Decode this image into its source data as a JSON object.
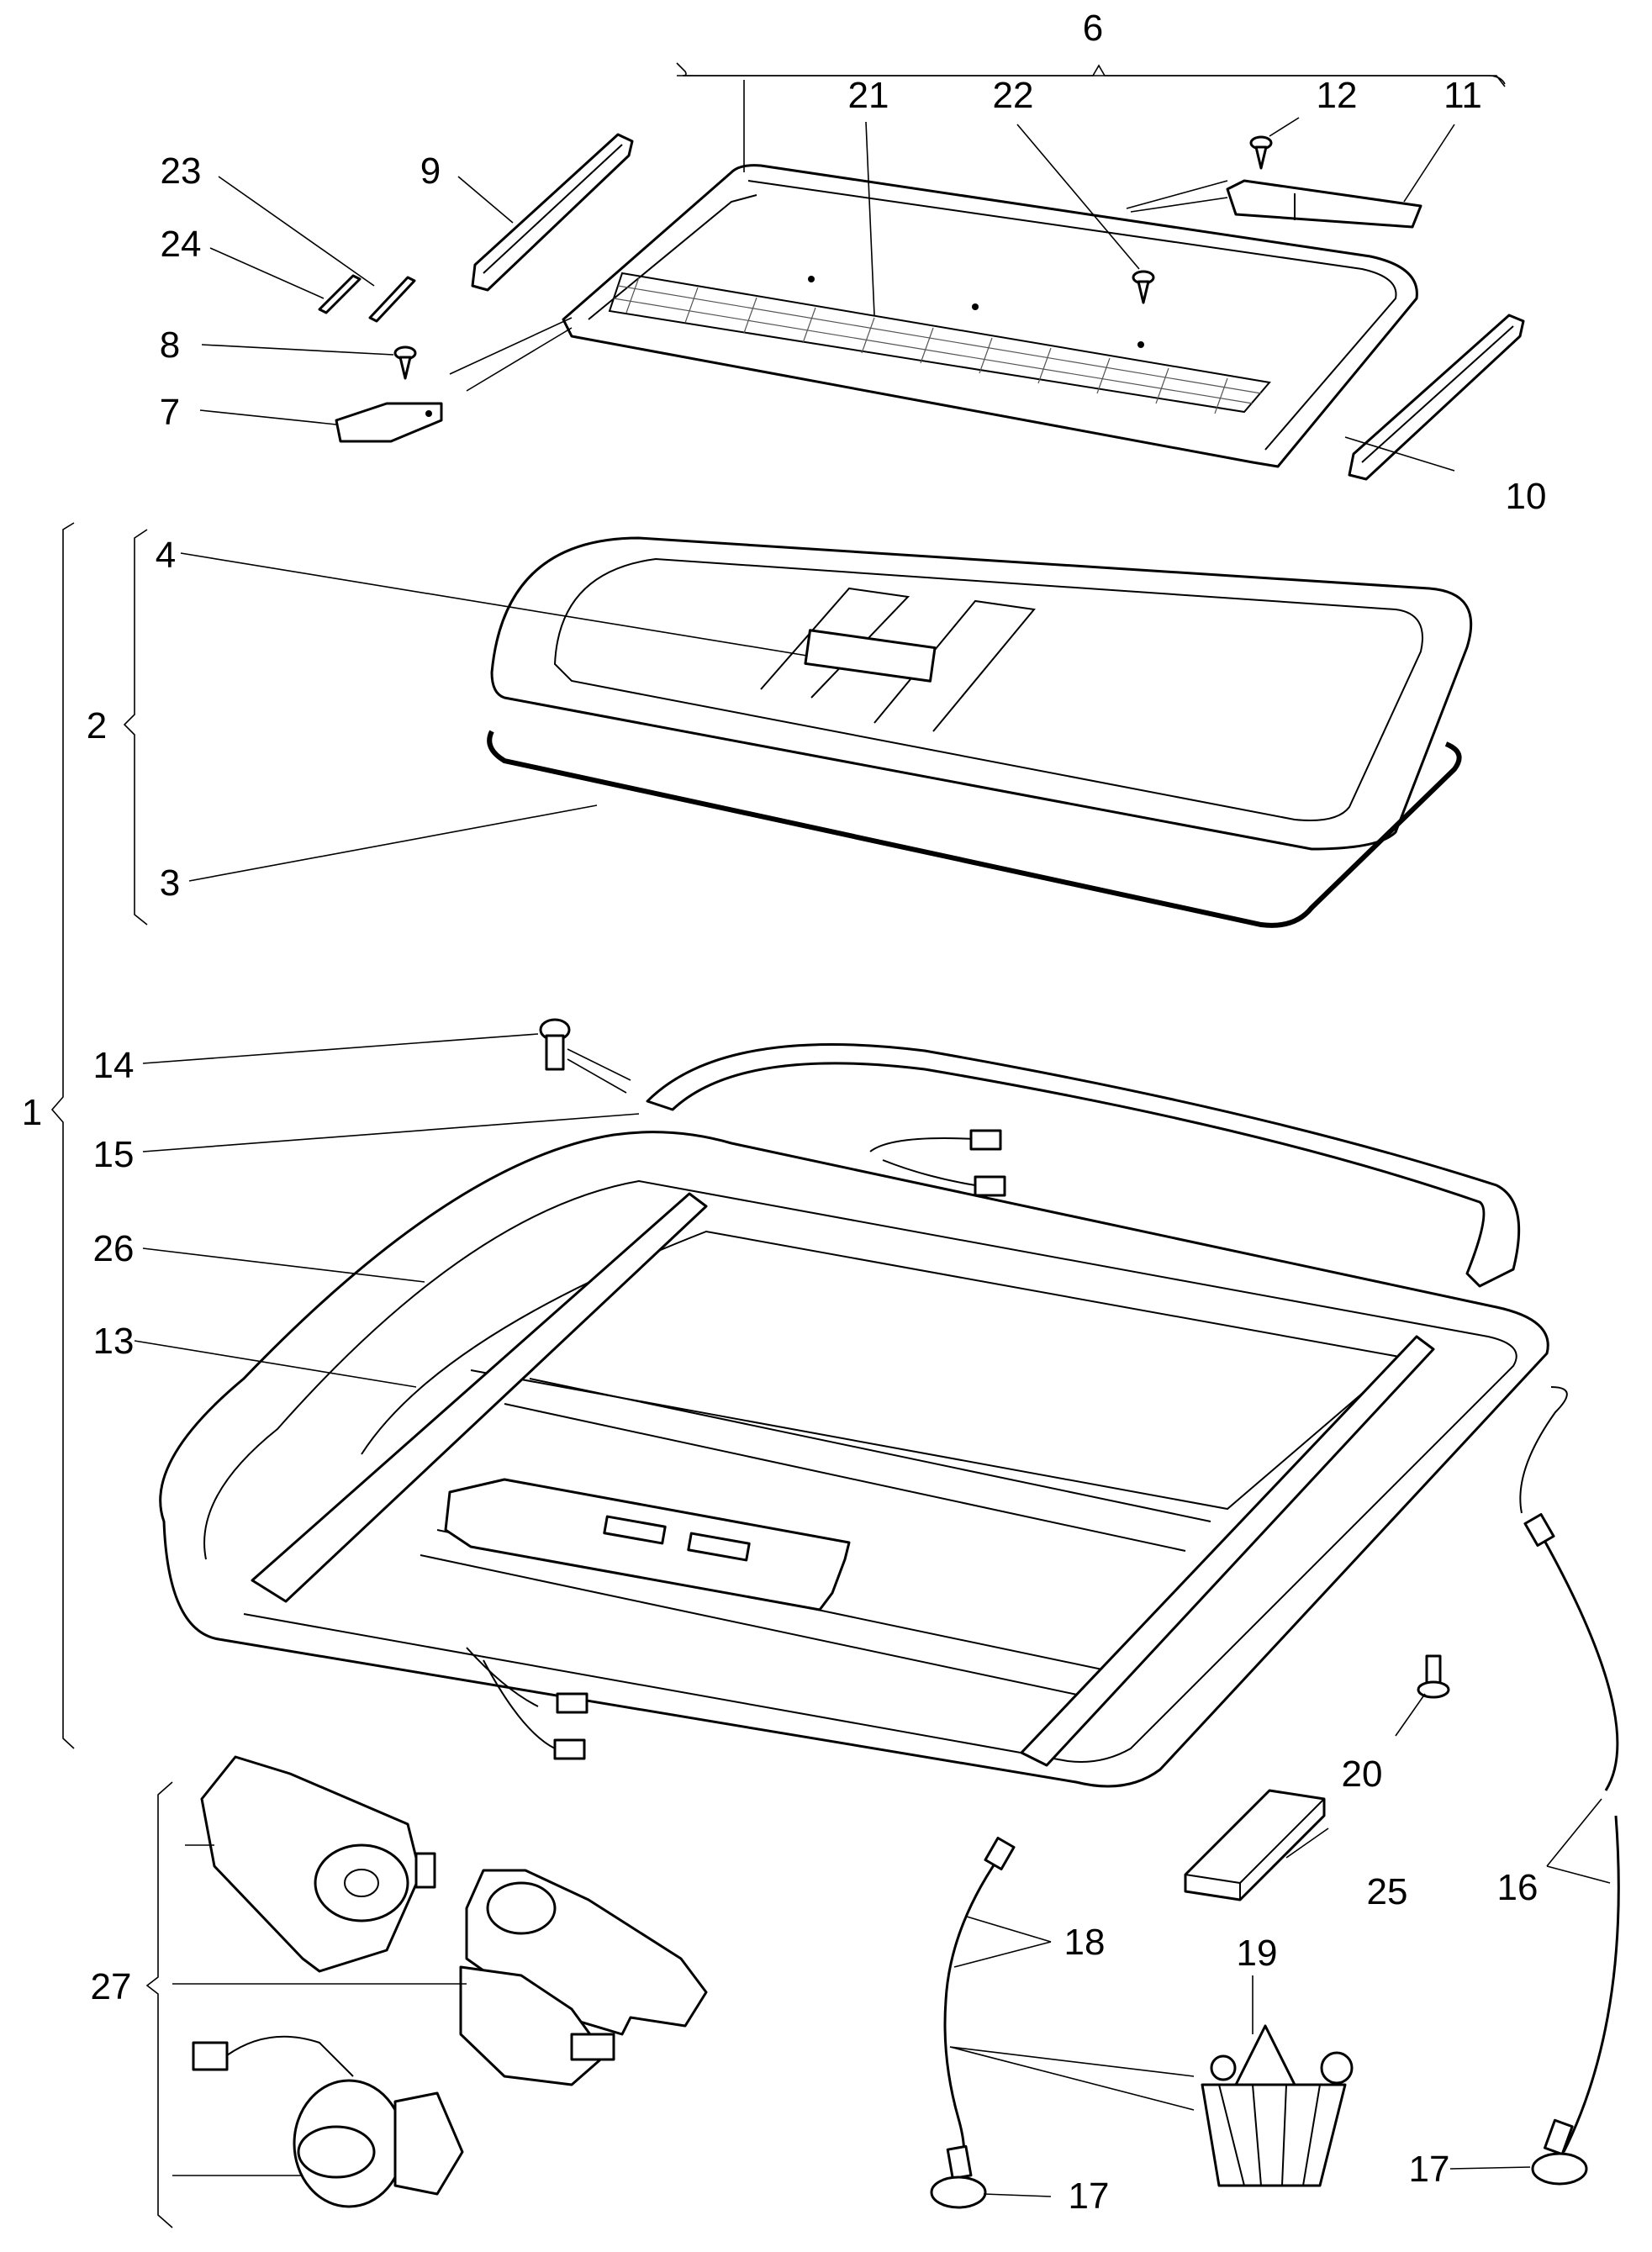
{
  "diagram": {
    "callouts": [
      {
        "id": "1",
        "label": "1"
      },
      {
        "id": "2",
        "label": "2"
      },
      {
        "id": "3",
        "label": "3"
      },
      {
        "id": "4",
        "label": "4"
      },
      {
        "id": "6",
        "label": "6"
      },
      {
        "id": "7",
        "label": "7"
      },
      {
        "id": "8",
        "label": "8"
      },
      {
        "id": "9",
        "label": "9"
      },
      {
        "id": "10",
        "label": "10"
      },
      {
        "id": "11",
        "label": "11"
      },
      {
        "id": "12",
        "label": "12"
      },
      {
        "id": "13",
        "label": "13"
      },
      {
        "id": "14",
        "label": "14"
      },
      {
        "id": "15",
        "label": "15"
      },
      {
        "id": "16",
        "label": "16"
      },
      {
        "id": "17a",
        "label": "17"
      },
      {
        "id": "17b",
        "label": "17"
      },
      {
        "id": "18",
        "label": "18"
      },
      {
        "id": "19",
        "label": "19"
      },
      {
        "id": "20",
        "label": "20"
      },
      {
        "id": "21",
        "label": "21"
      },
      {
        "id": "22",
        "label": "22"
      },
      {
        "id": "23",
        "label": "23"
      },
      {
        "id": "24",
        "label": "24"
      },
      {
        "id": "25",
        "label": "25"
      },
      {
        "id": "26",
        "label": "26"
      },
      {
        "id": "27",
        "label": "27"
      }
    ]
  }
}
